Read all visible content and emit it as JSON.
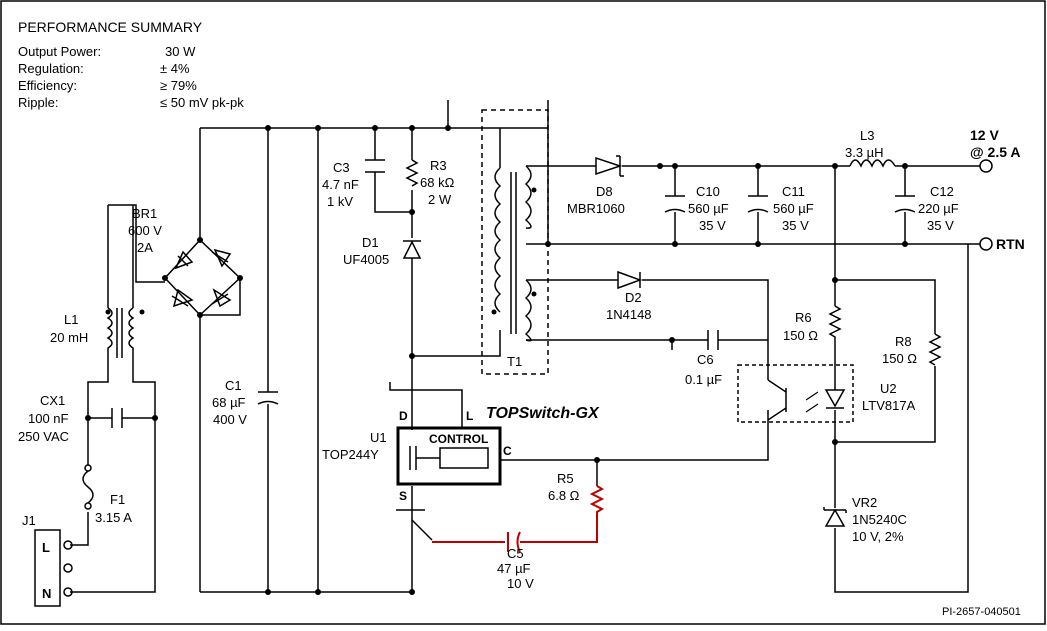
{
  "summary": {
    "title": "PERFORMANCE SUMMARY",
    "rows": [
      {
        "label": "Output Power:",
        "value": "30 W"
      },
      {
        "label": "Regulation:",
        "value": "± 4%"
      },
      {
        "label": "Efficiency:",
        "value": "≥ 79%"
      },
      {
        "label": "Ripple:",
        "value": "≤ 50 mV pk-pk"
      }
    ]
  },
  "components": {
    "br1": [
      "BR1",
      "600 V",
      "2A"
    ],
    "l1": [
      "L1",
      "20 mH"
    ],
    "cx1": [
      "CX1",
      "100 nF",
      "250 VAC"
    ],
    "f1": [
      "F1",
      "3.15 A"
    ],
    "j1": [
      "J1"
    ],
    "j1_pins": [
      "L",
      "N"
    ],
    "c1": [
      "C1",
      "68 µF",
      "400 V"
    ],
    "c3": [
      "C3",
      "4.7 nF",
      "1 kV"
    ],
    "r3": [
      "R3",
      "68 kΩ",
      "2 W"
    ],
    "d1": [
      "D1",
      "UF4005"
    ],
    "t1": [
      "T1"
    ],
    "d8": [
      "D8",
      "MBR1060"
    ],
    "c10": [
      "C10",
      "560 µF",
      "35 V"
    ],
    "c11": [
      "C11",
      "560 µF",
      "35 V"
    ],
    "l3": [
      "L3",
      "3.3 µH"
    ],
    "c12": [
      "C12",
      "220 µF",
      "35 V"
    ],
    "d2": [
      "D2",
      "1N4148"
    ],
    "c6": [
      "C6",
      "0.1 µF"
    ],
    "r6": [
      "R6",
      "150 Ω"
    ],
    "r8": [
      "R8",
      "150 Ω"
    ],
    "u2": [
      "U2",
      "LTV817A"
    ],
    "u1": [
      "U1",
      "TOP244Y"
    ],
    "u1_control": "CONTROL",
    "u1_pins": [
      "D",
      "L",
      "C",
      "S"
    ],
    "topswitch": "TOPSwitch-GX",
    "r5": [
      "R5",
      "6.8 Ω"
    ],
    "c5": [
      "C5",
      "47 µF",
      "10 V"
    ],
    "vr2": [
      "VR2",
      "1N5240C",
      "10 V, 2%"
    ]
  },
  "outputs": {
    "v12": [
      "12 V",
      "@ 2.5 A"
    ],
    "rtn": "RTN"
  },
  "drawing_id": "PI-2657-040501"
}
